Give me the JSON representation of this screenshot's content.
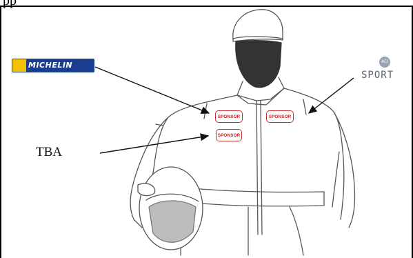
{
  "caption_fragment": "pp",
  "tba_label": "TBA",
  "logos": {
    "michelin": {
      "name": "MICHELIN",
      "colors": {
        "background": "#1a3d8f",
        "mascot": "#f2c200",
        "text": "#ffffff"
      }
    },
    "aci_sport": {
      "badge": "ACI",
      "wordmark": "SPORT"
    }
  },
  "patches": [
    {
      "id": "patch-left-upper",
      "text": "SPONSOR"
    },
    {
      "id": "patch-right",
      "text": "SPONSOR"
    },
    {
      "id": "patch-left-lower",
      "text": "SPONSOR"
    }
  ],
  "colors": {
    "patch_text": "#d31f1f",
    "patch_border": "#c8302b",
    "outline": "#555555",
    "arrow": "#111111"
  }
}
